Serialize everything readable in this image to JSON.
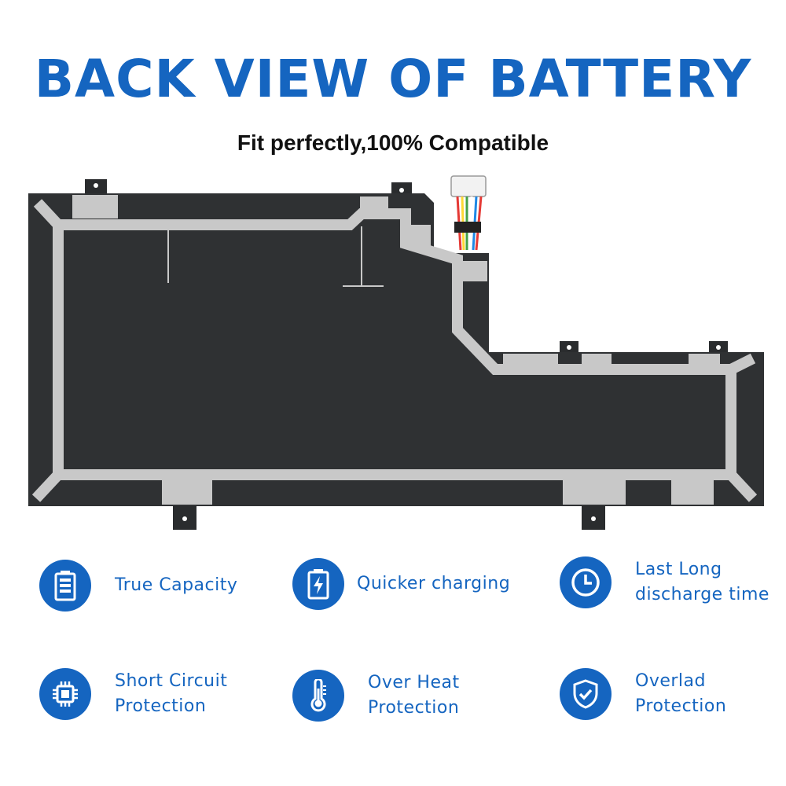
{
  "header": {
    "title": "BACK VIEW OF BATTERY",
    "subtitle": "Fit perfectly,100% Compatible"
  },
  "colors": {
    "brand_blue": "#1565c0",
    "battery_body": "#2f3133",
    "battery_tape": "#c8c8c8"
  },
  "features": [
    {
      "icon": "battery-icon",
      "lines": [
        "True Capacity"
      ]
    },
    {
      "icon": "charging-icon",
      "lines": [
        "Quicker charging"
      ]
    },
    {
      "icon": "clock-icon",
      "lines": [
        "Last Long",
        "discharge time"
      ]
    },
    {
      "icon": "chip-icon",
      "lines": [
        "Short Circuit",
        "Protection"
      ]
    },
    {
      "icon": "thermometer-icon",
      "lines": [
        "Over Heat",
        "Protection"
      ]
    },
    {
      "icon": "shield-check-icon",
      "lines": [
        "Overlad",
        "Protection"
      ]
    }
  ]
}
